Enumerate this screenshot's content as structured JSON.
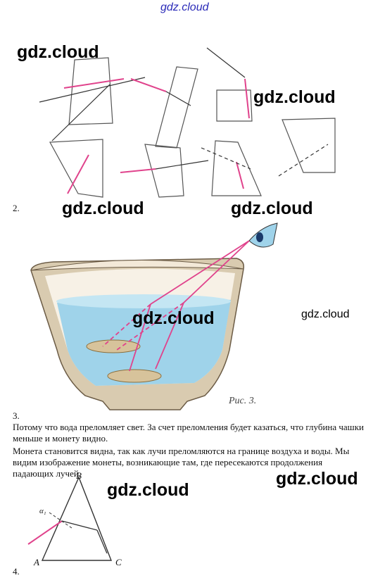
{
  "header": {
    "site": "gdz.cloud"
  },
  "watermarks": [
    "gdz.cloud",
    "gdz.cloud",
    "gdz.cloud",
    "gdz.cloud",
    "gdz.cloud",
    "gdz.cloud",
    "gdz.cloud",
    "gdz.cloud"
  ],
  "section2": {
    "number": "2."
  },
  "section3": {
    "figure_caption": "Рис. 3.",
    "number": "3.",
    "paragraphs": [
      "Потому что вода преломляет свет. За счет преломления будет казаться, что глубина чашки меньше и монету видно.",
      "Монета становится видна, так как лучи преломляются на границе воздуха и воды. Мы видим изображение монеты, возникающие там, где пересекаются продолжения падающих лучей."
    ]
  },
  "section4": {
    "number": "4.",
    "labels": {
      "A": "A",
      "B": "B",
      "C": "C",
      "alpha": "α₁"
    }
  },
  "colors": {
    "ray": "#e0438c",
    "water": "#9fd3ea",
    "bowl": "#d9cbb0",
    "header": "#2a2ab8"
  }
}
